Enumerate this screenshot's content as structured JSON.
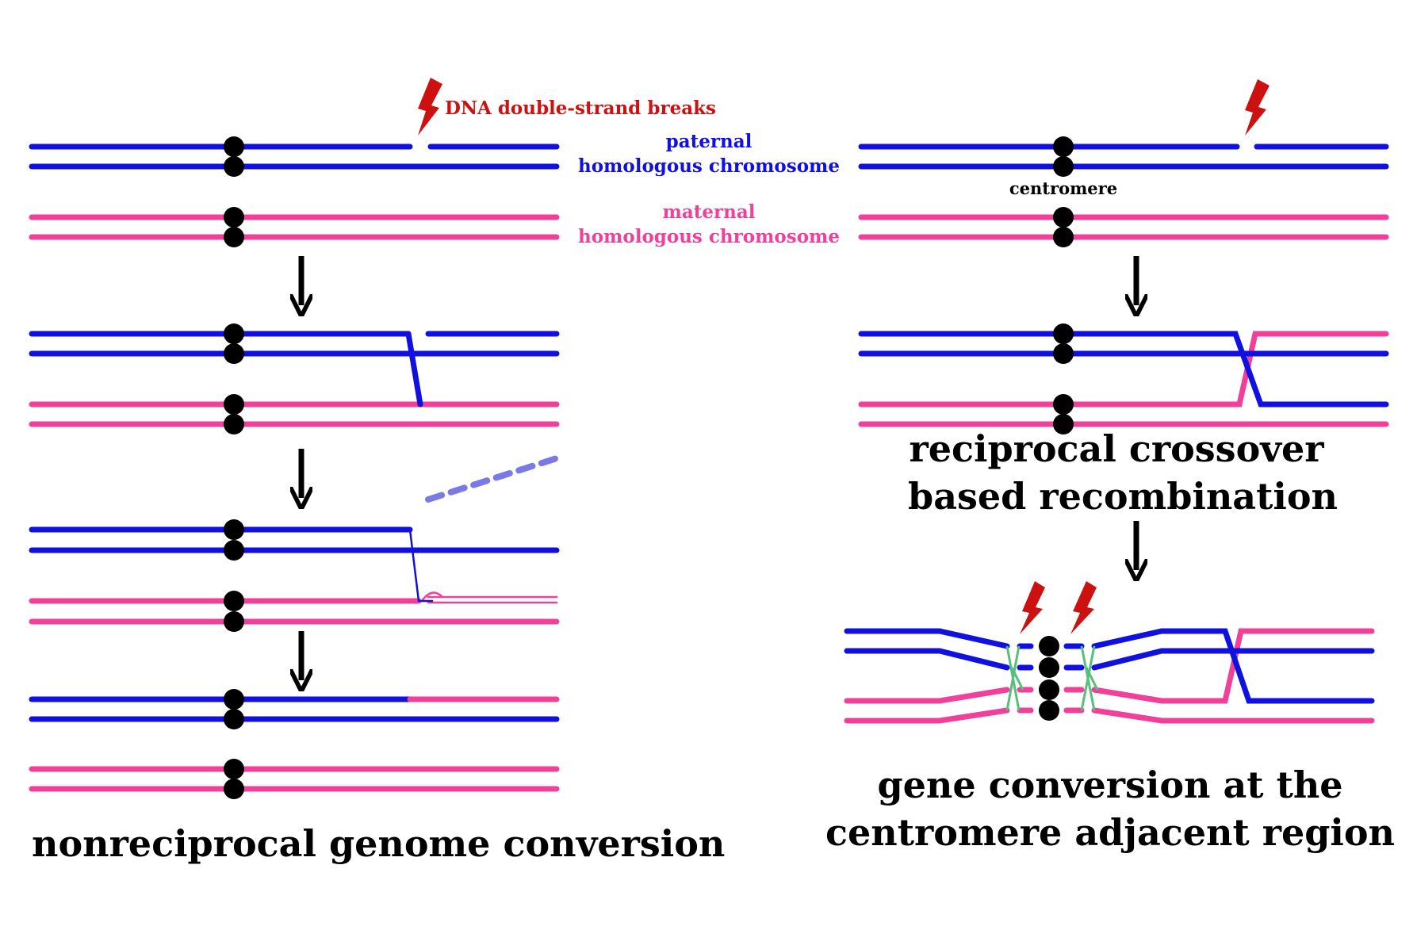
{
  "labels": {
    "dsb": "DNA double-strand breaks",
    "paternal_1": "paternal",
    "paternal_2": "homologous chromosome",
    "maternal_1": "maternal",
    "maternal_2": "homologous chromosome",
    "centromere": "centromere",
    "title_left": "nonreciprocal genome conversion",
    "title_right_1": "reciprocal crossover",
    "title_right_2": "based recombination",
    "title_bottom_1": "gene conversion at the",
    "title_bottom_2": "centromere adjacent region"
  },
  "colors": {
    "paternal": "#1010e0",
    "maternal": "#f0409a",
    "break": "#cc1111",
    "centromere": "#000000",
    "released_fragment": "#7a7ae6",
    "holliday_junction": "#55c07a"
  }
}
